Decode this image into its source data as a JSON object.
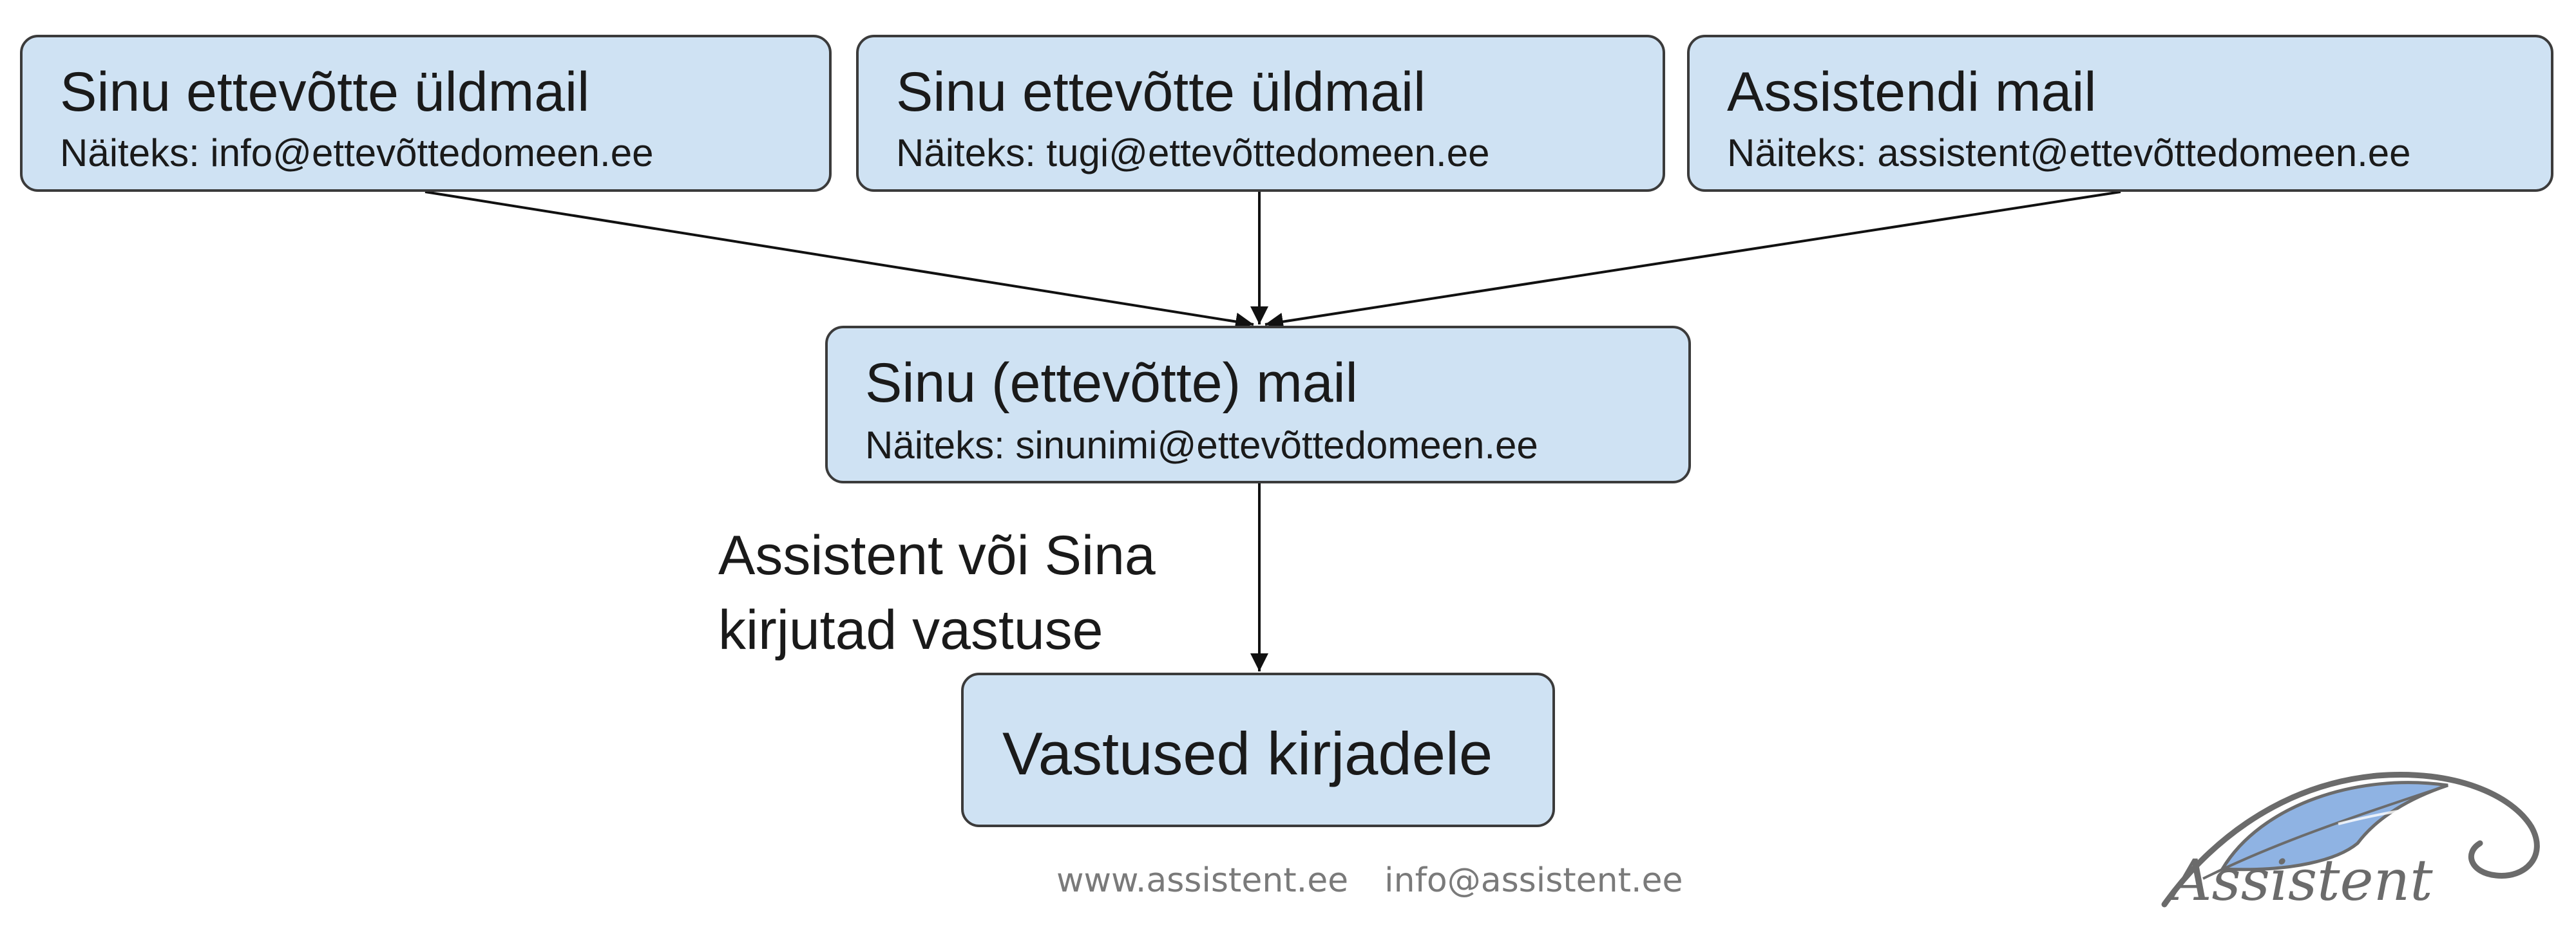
{
  "boxes": {
    "info": {
      "title": "Sinu ettevõtte üldmail",
      "example": "Näiteks: info@ettevõttedomeen.ee"
    },
    "tugi": {
      "title": "Sinu ettevõtte üldmail",
      "example": "Näiteks: tugi@ettevõttedomeen.ee"
    },
    "assistent": {
      "title": "Assistendi mail",
      "example": "Näiteks: assistent@ettevõttedomeen.ee"
    },
    "main": {
      "title": "Sinu (ettevõtte) mail",
      "example": "Näiteks: sinunimi@ettevõttedomeen.ee"
    },
    "answers": {
      "title": "Vastused kirjadele"
    }
  },
  "edge_label": {
    "line1": "Assistent või Sina",
    "line2": "kirjutad vastuse"
  },
  "footer": {
    "website": "www.assistent.ee",
    "email": "info@assistent.ee"
  },
  "logo": {
    "text": "Assistent",
    "feather_color": "#8fb3e3",
    "outline_color": "#6b6b6b"
  },
  "colors": {
    "box_fill": "#cfe2f3",
    "box_border": "#3b3b3b",
    "arrow": "#111111"
  }
}
